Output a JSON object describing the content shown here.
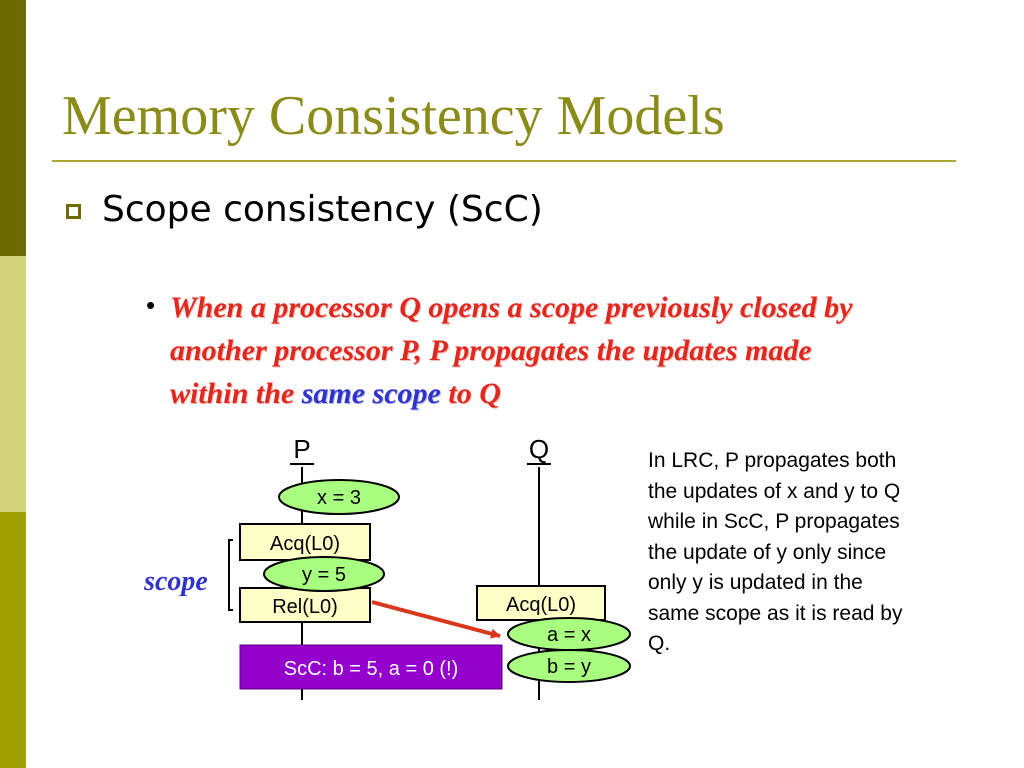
{
  "slide": {
    "title": "Memory Consistency Models",
    "bullet": "Scope consistency (ScC)",
    "sub_bullet_part1": "When a processor Q opens a scope previously closed by another processor P, P propagates the updates made within the ",
    "sub_bullet_emphasis": "same scope",
    "sub_bullet_part2": " to Q"
  },
  "diagram": {
    "proc_p": "P",
    "proc_q": "Q",
    "p_ops": [
      "x = 3",
      "Acq(L0)",
      "y = 5",
      "Rel(L0)"
    ],
    "q_ops": [
      "Acq(L0)",
      "a = x",
      "b = y"
    ],
    "scope_label": "scope",
    "result_box": "ScC: b = 5, a = 0 (!)",
    "note": "In LRC, P propagates both the updates of x and y to Q while in ScC, P propagates the update of y only since only y is updated in the same scope as it is read by Q."
  },
  "colors": {
    "bar_dark": "#6b6b00",
    "bar_light": "#d3d37c",
    "bar_mid": "#a0a000",
    "title": "#8b8b1a",
    "sub_bullet": "#e0281f",
    "emphasis": "#3033c9",
    "ellipse_fill": "#a8ff80",
    "box_fill": "#ffffc8",
    "result_fill": "#9400cc",
    "arrow": "#d9381e"
  }
}
